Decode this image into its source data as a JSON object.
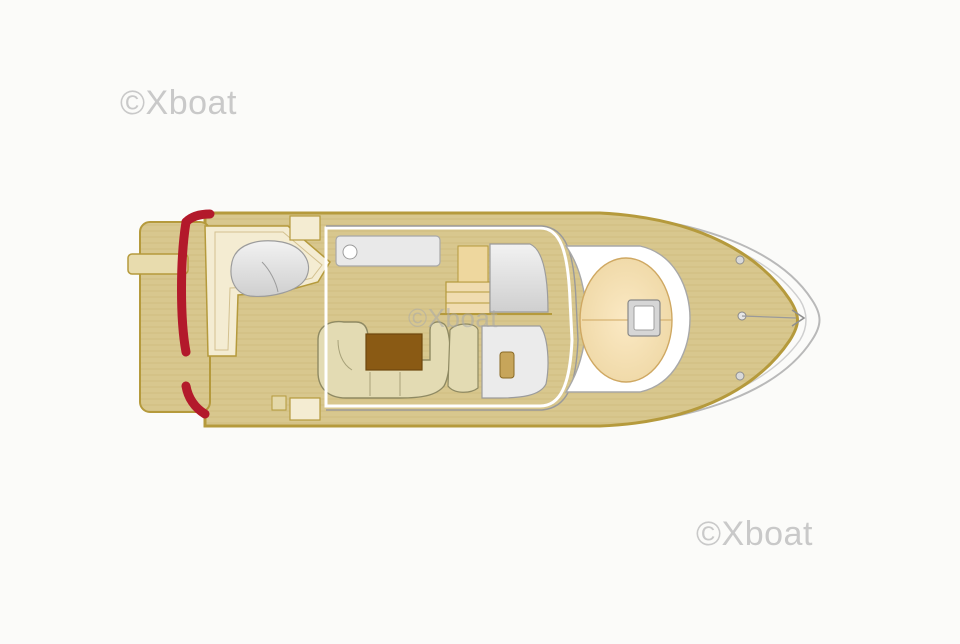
{
  "watermarks": {
    "top_left": "©Xboat",
    "bottom_right": "©Xboat",
    "center": "©Xboat"
  },
  "colors": {
    "background": "#fbfbf9",
    "deck_teak": "#d8c78e",
    "deck_outline": "#b59a3c",
    "cushion": "#f4ecd2",
    "glass_grey": "#dcdcdc",
    "red_accent": "#b3192b",
    "table_brown": "#8a5a14",
    "hatch": "#f0dcb0",
    "rail": "#b9b9b9"
  }
}
